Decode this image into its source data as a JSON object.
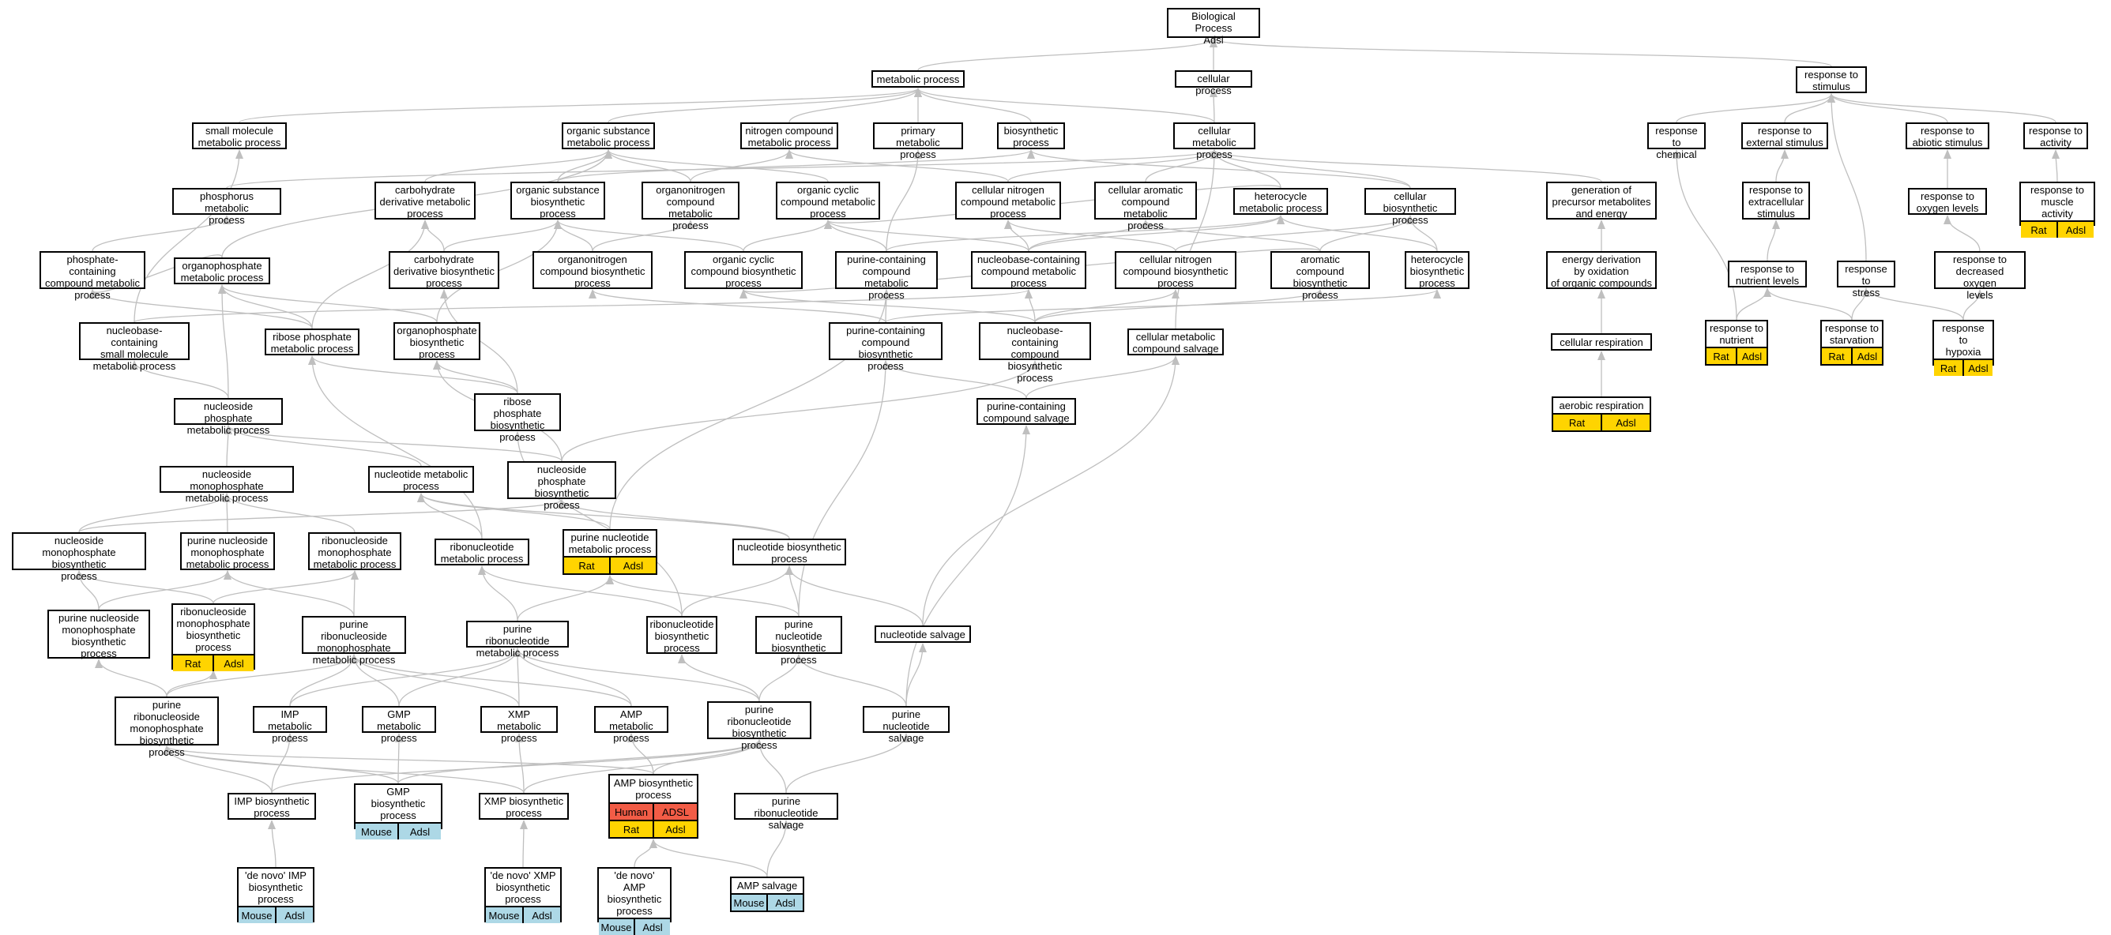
{
  "colors": {
    "edge": "#bfbfbf",
    "border": "#000000",
    "human": "#f25c46",
    "rat": "#ffd400",
    "mouse": "#add8e6"
  },
  "nodes": [
    {
      "id": "bp",
      "label": "Biological Process\nAdsl"
    },
    {
      "id": "metabolic",
      "label": "metabolic process"
    },
    {
      "id": "cellular_process",
      "label": "cellular process"
    },
    {
      "id": "resp_stim",
      "label": "response to\nstimulus"
    },
    {
      "id": "small_mol",
      "label": "small molecule\nmetabolic process"
    },
    {
      "id": "org_sub",
      "label": "organic substance\nmetabolic process"
    },
    {
      "id": "nitro",
      "label": "nitrogen compound\nmetabolic process"
    },
    {
      "id": "primary",
      "label": "primary metabolic\nprocess"
    },
    {
      "id": "biosynth",
      "label": "biosynthetic\nprocess"
    },
    {
      "id": "cell_met",
      "label": "cellular metabolic\nprocess"
    },
    {
      "id": "resp_chem",
      "label": "response to\nchemical"
    },
    {
      "id": "resp_ext",
      "label": "response to\nexternal stimulus"
    },
    {
      "id": "resp_abiotic",
      "label": "response to\nabiotic stimulus"
    },
    {
      "id": "resp_act",
      "label": "response to\nactivity"
    },
    {
      "id": "phos_met",
      "label": "phosphorus metabolic\nprocess"
    },
    {
      "id": "carb_der",
      "label": "carbohydrate\nderivative metabolic\nprocess"
    },
    {
      "id": "org_sub_bio",
      "label": "organic substance\nbiosynthetic\nprocess"
    },
    {
      "id": "orgnitro",
      "label": "organonitrogen\ncompound metabolic\nprocess"
    },
    {
      "id": "org_cyc",
      "label": "organic cyclic\ncompound metabolic\nprocess"
    },
    {
      "id": "cell_nitro",
      "label": "cellular nitrogen\ncompound metabolic\nprocess"
    },
    {
      "id": "cell_arom",
      "label": "cellular aromatic\ncompound metabolic\nprocess"
    },
    {
      "id": "hetero_met",
      "label": "heterocycle\nmetabolic process"
    },
    {
      "id": "cell_bio",
      "label": "cellular biosynthetic\nprocess"
    },
    {
      "id": "gen_prec",
      "label": "generation of\nprecursor metabolites\nand energy"
    },
    {
      "id": "resp_extra",
      "label": "response to\nextracellular\nstimulus"
    },
    {
      "id": "resp_oxy",
      "label": "response to\noxygen levels"
    },
    {
      "id": "resp_muscle",
      "label": "response to\nmuscle activity",
      "tags": [
        {
          "org": "rat",
          "text": "Rat"
        },
        {
          "org": "rat",
          "text": "Adsl"
        }
      ]
    },
    {
      "id": "phos_cont",
      "label": "phosphate-containing\ncompound metabolic\nprocess"
    },
    {
      "id": "organophos",
      "label": "organophosphate\nmetabolic process"
    },
    {
      "id": "carb_der_bio",
      "label": "carbohydrate\nderivative biosynthetic\nprocess"
    },
    {
      "id": "orgnitro_bio",
      "label": "organonitrogen\ncompound biosynthetic\nprocess"
    },
    {
      "id": "org_cyc_bio",
      "label": "organic cyclic\ncompound biosynthetic\nprocess"
    },
    {
      "id": "purine_cont",
      "label": "purine-containing\ncompound metabolic\nprocess"
    },
    {
      "id": "nucbase_cont",
      "label": "nucleobase-containing\ncompound metabolic\nprocess"
    },
    {
      "id": "cell_nitro_bio",
      "label": "cellular nitrogen\ncompound biosynthetic\nprocess"
    },
    {
      "id": "arom_bio",
      "label": "aromatic compound\nbiosynthetic\nprocess"
    },
    {
      "id": "hetero_bio",
      "label": "heterocycle\nbiosynthetic\nprocess"
    },
    {
      "id": "energy_der",
      "label": "energy derivation\nby oxidation\nof organic compounds"
    },
    {
      "id": "resp_nutr_lv",
      "label": "response to\nnutrient levels"
    },
    {
      "id": "resp_stress",
      "label": "response to\nstress"
    },
    {
      "id": "resp_dec_oxy",
      "label": "response to\ndecreased oxygen\nlevels"
    },
    {
      "id": "nucbase_small",
      "label": "nucleobase-containing\nsmall molecule\nmetabolic process"
    },
    {
      "id": "ribose_met",
      "label": "ribose phosphate\nmetabolic process"
    },
    {
      "id": "organophos_bio",
      "label": "organophosphate\nbiosynthetic\nprocess"
    },
    {
      "id": "purine_cont_bio",
      "label": "purine-containing\ncompound biosynthetic\nprocess"
    },
    {
      "id": "nucbase_bio",
      "label": "nucleobase-containing\ncompound biosynthetic\nprocess"
    },
    {
      "id": "cell_met_salv",
      "label": "cellular metabolic\ncompound salvage"
    },
    {
      "id": "cell_resp",
      "label": "cellular respiration"
    },
    {
      "id": "resp_nutrient",
      "label": "response to\nnutrient",
      "tags": [
        {
          "org": "rat",
          "text": "Rat"
        },
        {
          "org": "rat",
          "text": "Adsl"
        }
      ]
    },
    {
      "id": "resp_starv",
      "label": "response to\nstarvation",
      "tags": [
        {
          "org": "rat",
          "text": "Rat"
        },
        {
          "org": "rat",
          "text": "Adsl"
        }
      ]
    },
    {
      "id": "resp_hypoxia",
      "label": "response to\nhypoxia",
      "tags": [
        {
          "org": "rat",
          "text": "Rat"
        },
        {
          "org": "rat",
          "text": "Adsl"
        }
      ]
    },
    {
      "id": "nucside_phos",
      "label": "nucleoside phosphate\nmetabolic process"
    },
    {
      "id": "ribose_bio",
      "label": "ribose phosphate\nbiosynthetic\nprocess"
    },
    {
      "id": "purine_salv",
      "label": "purine-containing\ncompound salvage"
    },
    {
      "id": "aerobic",
      "label": "aerobic respiration",
      "tags": [
        {
          "org": "rat",
          "text": "Rat"
        },
        {
          "org": "rat",
          "text": "Adsl"
        }
      ]
    },
    {
      "id": "nucside_mono",
      "label": "nucleoside monophosphate\nmetabolic process"
    },
    {
      "id": "nucleotide_met",
      "label": "nucleotide metabolic\nprocess"
    },
    {
      "id": "nucside_phos_bio",
      "label": "nucleoside phosphate\nbiosynthetic\nprocess"
    },
    {
      "id": "nucside_mono_bio",
      "label": "nucleoside monophosphate\nbiosynthetic\nprocess"
    },
    {
      "id": "pur_nucside_mono",
      "label": "purine nucleoside\nmonophosphate\nmetabolic process"
    },
    {
      "id": "ribonucside_mono",
      "label": "ribonucleoside\nmonophosphate\nmetabolic process"
    },
    {
      "id": "ribonucleotide_met",
      "label": "ribonucleotide\nmetabolic process"
    },
    {
      "id": "pur_nucleotide_met",
      "label": "purine nucleotide\nmetabolic process",
      "tags": [
        {
          "org": "rat",
          "text": "Rat"
        },
        {
          "org": "rat",
          "text": "Adsl"
        }
      ]
    },
    {
      "id": "nucleotide_bio",
      "label": "nucleotide biosynthetic\nprocess"
    },
    {
      "id": "pur_nucside_mono_bio",
      "label": "purine nucleoside\nmonophosphate\nbiosynthetic\nprocess"
    },
    {
      "id": "ribonucside_mono_bio",
      "label": "ribonucleoside\nmonophosphate\nbiosynthetic\nprocess",
      "tags": [
        {
          "org": "rat",
          "text": "Rat"
        },
        {
          "org": "rat",
          "text": "Adsl"
        }
      ]
    },
    {
      "id": "pur_ribonucside_mono",
      "label": "purine ribonucleoside\nmonophosphate\nmetabolic process"
    },
    {
      "id": "pur_ribonucleotide_met",
      "label": "purine ribonucleotide\nmetabolic process"
    },
    {
      "id": "ribonucleotide_bio",
      "label": "ribonucleotide\nbiosynthetic\nprocess"
    },
    {
      "id": "pur_nucleotide_bio",
      "label": "purine nucleotide\nbiosynthetic\nprocess"
    },
    {
      "id": "nucleotide_salv",
      "label": "nucleotide salvage"
    },
    {
      "id": "pur_ribonucside_mono_bio",
      "label": "purine ribonucleoside\nmonophosphate\nbiosynthetic\nprocess"
    },
    {
      "id": "imp_met",
      "label": "IMP metabolic\nprocess"
    },
    {
      "id": "gmp_met",
      "label": "GMP metabolic\nprocess"
    },
    {
      "id": "xmp_met",
      "label": "XMP metabolic\nprocess"
    },
    {
      "id": "amp_met",
      "label": "AMP metabolic\nprocess"
    },
    {
      "id": "pur_ribonucleotide_bio",
      "label": "purine ribonucleotide\nbiosynthetic\nprocess"
    },
    {
      "id": "pur_nucleotide_salv",
      "label": "purine nucleotide\nsalvage"
    },
    {
      "id": "imp_bio",
      "label": "IMP biosynthetic\nprocess"
    },
    {
      "id": "gmp_bio",
      "label": "GMP biosynthetic\nprocess",
      "tags": [
        {
          "org": "mouse",
          "text": "Mouse"
        },
        {
          "org": "mouse",
          "text": "Adsl"
        }
      ]
    },
    {
      "id": "xmp_bio",
      "label": "XMP biosynthetic\nprocess"
    },
    {
      "id": "amp_bio",
      "label": "AMP biosynthetic\nprocess",
      "tags": [
        {
          "org": "human",
          "text": "Human"
        },
        {
          "org": "human",
          "text": "ADSL"
        },
        {
          "org": "rat",
          "text": "Rat"
        },
        {
          "org": "rat",
          "text": "Adsl"
        }
      ]
    },
    {
      "id": "pur_ribonucleotide_salv",
      "label": "purine ribonucleotide\nsalvage"
    },
    {
      "id": "denovo_imp",
      "label": "'de novo' IMP\nbiosynthetic\nprocess",
      "tags": [
        {
          "org": "mouse",
          "text": "Mouse"
        },
        {
          "org": "mouse",
          "text": "Adsl"
        }
      ]
    },
    {
      "id": "denovo_xmp",
      "label": "'de novo' XMP\nbiosynthetic\nprocess",
      "tags": [
        {
          "org": "mouse",
          "text": "Mouse"
        },
        {
          "org": "mouse",
          "text": "Adsl"
        }
      ]
    },
    {
      "id": "denovo_amp",
      "label": "'de novo' AMP\nbiosynthetic\nprocess",
      "tags": [
        {
          "org": "mouse",
          "text": "Mouse"
        },
        {
          "org": "mouse",
          "text": "Adsl"
        }
      ]
    },
    {
      "id": "amp_salv",
      "label": "AMP salvage",
      "tags": [
        {
          "org": "mouse",
          "text": "Mouse"
        },
        {
          "org": "mouse",
          "text": "Adsl"
        }
      ]
    }
  ],
  "edges": [
    [
      "metabolic",
      "bp"
    ],
    [
      "cellular_process",
      "bp"
    ],
    [
      "resp_stim",
      "bp"
    ],
    [
      "small_mol",
      "metabolic"
    ],
    [
      "org_sub",
      "metabolic"
    ],
    [
      "nitro",
      "metabolic"
    ],
    [
      "primary",
      "metabolic"
    ],
    [
      "biosynth",
      "metabolic"
    ],
    [
      "cell_met",
      "metabolic"
    ],
    [
      "cell_met",
      "cellular_process"
    ],
    [
      "resp_chem",
      "resp_stim"
    ],
    [
      "resp_ext",
      "resp_stim"
    ],
    [
      "resp_abiotic",
      "resp_stim"
    ],
    [
      "resp_act",
      "resp_stim"
    ],
    [
      "resp_stress",
      "resp_stim"
    ],
    [
      "phos_met",
      "cell_met"
    ],
    [
      "carb_der",
      "org_sub"
    ],
    [
      "org_sub_bio",
      "org_sub"
    ],
    [
      "org_sub_bio",
      "biosynth"
    ],
    [
      "orgnitro",
      "org_sub"
    ],
    [
      "orgnitro",
      "nitro"
    ],
    [
      "org_cyc",
      "org_sub"
    ],
    [
      "cell_nitro",
      "nitro"
    ],
    [
      "cell_nitro",
      "cell_met"
    ],
    [
      "cell_arom",
      "cell_met"
    ],
    [
      "hetero_met",
      "cell_met"
    ],
    [
      "hetero_met",
      "org_cyc"
    ],
    [
      "cell_bio",
      "cell_met"
    ],
    [
      "cell_bio",
      "biosynth"
    ],
    [
      "gen_prec",
      "cell_met"
    ],
    [
      "resp_extra",
      "resp_ext"
    ],
    [
      "resp_oxy",
      "resp_abiotic"
    ],
    [
      "resp_muscle",
      "resp_act"
    ],
    [
      "phos_cont",
      "phos_met"
    ],
    [
      "organophos",
      "phos_cont"
    ],
    [
      "organophos",
      "org_sub"
    ],
    [
      "carb_der_bio",
      "carb_der"
    ],
    [
      "carb_der_bio",
      "org_sub_bio"
    ],
    [
      "orgnitro_bio",
      "orgnitro"
    ],
    [
      "orgnitro_bio",
      "org_sub_bio"
    ],
    [
      "org_cyc_bio",
      "org_cyc"
    ],
    [
      "org_cyc_bio",
      "org_sub_bio"
    ],
    [
      "purine_cont",
      "org_cyc"
    ],
    [
      "purine_cont",
      "hetero_met"
    ],
    [
      "purine_cont",
      "primary"
    ],
    [
      "nucbase_cont",
      "cell_nitro"
    ],
    [
      "nucbase_cont",
      "cell_arom"
    ],
    [
      "nucbase_cont",
      "hetero_met"
    ],
    [
      "nucbase_cont",
      "org_cyc"
    ],
    [
      "cell_nitro_bio",
      "cell_nitro"
    ],
    [
      "cell_nitro_bio",
      "cell_bio"
    ],
    [
      "arom_bio",
      "cell_arom"
    ],
    [
      "arom_bio",
      "cell_bio"
    ],
    [
      "arom_bio",
      "org_cyc_bio"
    ],
    [
      "hetero_bio",
      "hetero_met"
    ],
    [
      "hetero_bio",
      "cell_bio"
    ],
    [
      "energy_der",
      "gen_prec"
    ],
    [
      "resp_nutr_lv",
      "resp_extra"
    ],
    [
      "resp_dec_oxy",
      "resp_oxy"
    ],
    [
      "nucbase_small",
      "small_mol"
    ],
    [
      "nucbase_small",
      "nucbase_cont"
    ],
    [
      "ribose_met",
      "carb_der"
    ],
    [
      "ribose_met",
      "organophos"
    ],
    [
      "ribose_met",
      "phos_cont"
    ],
    [
      "organophos_bio",
      "organophos"
    ],
    [
      "organophos_bio",
      "org_sub_bio"
    ],
    [
      "purine_cont_bio",
      "purine_cont"
    ],
    [
      "purine_cont_bio",
      "orgnitro_bio"
    ],
    [
      "purine_cont_bio",
      "hetero_bio"
    ],
    [
      "nucbase_bio",
      "nucbase_cont"
    ],
    [
      "nucbase_bio",
      "cell_nitro_bio"
    ],
    [
      "nucbase_bio",
      "arom_bio"
    ],
    [
      "nucbase_bio",
      "org_cyc_bio"
    ],
    [
      "cell_met_salv",
      "cell_met"
    ],
    [
      "cell_resp",
      "energy_der"
    ],
    [
      "resp_nutrient",
      "resp_nutr_lv"
    ],
    [
      "resp_nutrient",
      "resp_chem"
    ],
    [
      "resp_starv",
      "resp_nutr_lv"
    ],
    [
      "resp_starv",
      "resp_stress"
    ],
    [
      "resp_hypoxia",
      "resp_dec_oxy"
    ],
    [
      "resp_hypoxia",
      "resp_stress"
    ],
    [
      "nucside_phos",
      "nucbase_small"
    ],
    [
      "nucside_phos",
      "organophos"
    ],
    [
      "ribose_bio",
      "ribose_met"
    ],
    [
      "ribose_bio",
      "organophos_bio"
    ],
    [
      "ribose_bio",
      "carb_der_bio"
    ],
    [
      "purine_salv",
      "purine_cont_bio"
    ],
    [
      "purine_salv",
      "cell_met_salv"
    ],
    [
      "aerobic",
      "cell_resp"
    ],
    [
      "nucside_mono",
      "nucside_phos"
    ],
    [
      "nucleotide_met",
      "nucside_phos"
    ],
    [
      "nucside_phos_bio",
      "nucside_phos"
    ],
    [
      "nucside_phos_bio",
      "organophos_bio"
    ],
    [
      "nucside_phos_bio",
      "nucbase_bio"
    ],
    [
      "nucside_mono_bio",
      "nucside_mono"
    ],
    [
      "nucside_mono_bio",
      "nucside_phos_bio"
    ],
    [
      "pur_nucside_mono",
      "nucside_mono"
    ],
    [
      "ribonucside_mono",
      "nucside_mono"
    ],
    [
      "ribonucleotide_met",
      "nucleotide_met"
    ],
    [
      "ribonucleotide_met",
      "ribose_met"
    ],
    [
      "pur_nucleotide_met",
      "nucleotide_met"
    ],
    [
      "pur_nucleotide_met",
      "purine_cont"
    ],
    [
      "nucleotide_bio",
      "nucleotide_met"
    ],
    [
      "nucleotide_bio",
      "nucside_phos_bio"
    ],
    [
      "pur_nucside_mono_bio",
      "pur_nucside_mono"
    ],
    [
      "pur_nucside_mono_bio",
      "nucside_mono_bio"
    ],
    [
      "ribonucside_mono_bio",
      "ribonucside_mono"
    ],
    [
      "ribonucside_mono_bio",
      "nucside_mono_bio"
    ],
    [
      "pur_ribonucside_mono",
      "pur_nucside_mono"
    ],
    [
      "pur_ribonucside_mono",
      "ribonucside_mono"
    ],
    [
      "pur_ribonucleotide_met",
      "ribonucleotide_met"
    ],
    [
      "pur_ribonucleotide_met",
      "pur_nucleotide_met"
    ],
    [
      "ribonucleotide_bio",
      "ribonucleotide_met"
    ],
    [
      "ribonucleotide_bio",
      "nucleotide_bio"
    ],
    [
      "ribonucleotide_bio",
      "ribose_bio"
    ],
    [
      "pur_nucleotide_bio",
      "pur_nucleotide_met"
    ],
    [
      "pur_nucleotide_bio",
      "nucleotide_bio"
    ],
    [
      "pur_nucleotide_bio",
      "purine_cont_bio"
    ],
    [
      "nucleotide_salv",
      "nucleotide_bio"
    ],
    [
      "nucleotide_salv",
      "cell_met_salv"
    ],
    [
      "pur_ribonucside_mono_bio",
      "pur_nucside_mono_bio"
    ],
    [
      "pur_ribonucside_mono_bio",
      "pur_ribonucside_mono"
    ],
    [
      "pur_ribonucside_mono_bio",
      "ribonucside_mono_bio"
    ],
    [
      "imp_met",
      "pur_ribonucside_mono"
    ],
    [
      "imp_met",
      "pur_ribonucleotide_met"
    ],
    [
      "gmp_met",
      "pur_ribonucside_mono"
    ],
    [
      "gmp_met",
      "pur_ribonucleotide_met"
    ],
    [
      "xmp_met",
      "pur_ribonucside_mono"
    ],
    [
      "xmp_met",
      "pur_ribonucleotide_met"
    ],
    [
      "amp_met",
      "pur_ribonucside_mono"
    ],
    [
      "amp_met",
      "pur_ribonucleotide_met"
    ],
    [
      "pur_ribonucleotide_bio",
      "pur_ribonucleotide_met"
    ],
    [
      "pur_ribonucleotide_bio",
      "ribonucleotide_bio"
    ],
    [
      "pur_ribonucleotide_bio",
      "pur_nucleotide_bio"
    ],
    [
      "pur_nucleotide_salv",
      "pur_nucleotide_bio"
    ],
    [
      "pur_nucleotide_salv",
      "nucleotide_salv"
    ],
    [
      "pur_nucleotide_salv",
      "purine_salv"
    ],
    [
      "imp_bio",
      "imp_met"
    ],
    [
      "imp_bio",
      "pur_ribonucside_mono_bio"
    ],
    [
      "imp_bio",
      "pur_ribonucleotide_bio"
    ],
    [
      "gmp_bio",
      "gmp_met"
    ],
    [
      "gmp_bio",
      "pur_ribonucside_mono_bio"
    ],
    [
      "gmp_bio",
      "pur_ribonucleotide_bio"
    ],
    [
      "xmp_bio",
      "xmp_met"
    ],
    [
      "xmp_bio",
      "pur_ribonucside_mono_bio"
    ],
    [
      "xmp_bio",
      "pur_ribonucleotide_bio"
    ],
    [
      "amp_bio",
      "amp_met"
    ],
    [
      "amp_bio",
      "pur_ribonucside_mono_bio"
    ],
    [
      "amp_bio",
      "pur_ribonucleotide_bio"
    ],
    [
      "pur_ribonucleotide_salv",
      "pur_ribonucleotide_bio"
    ],
    [
      "pur_ribonucleotide_salv",
      "pur_nucleotide_salv"
    ],
    [
      "denovo_imp",
      "imp_bio"
    ],
    [
      "denovo_xmp",
      "xmp_bio"
    ],
    [
      "denovo_amp",
      "amp_bio"
    ],
    [
      "amp_salv",
      "amp_bio"
    ],
    [
      "amp_salv",
      "pur_ribonucleotide_salv"
    ]
  ]
}
